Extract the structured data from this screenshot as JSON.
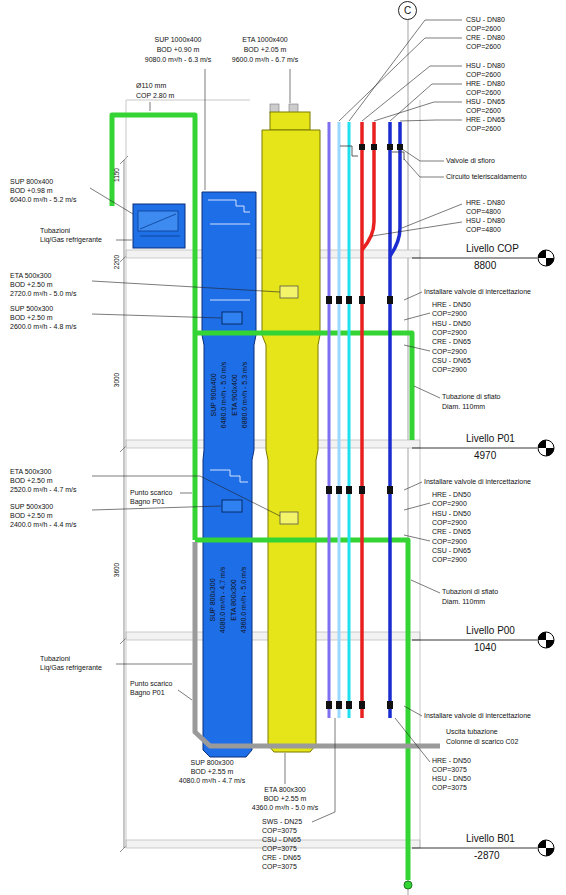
{
  "diagram": {
    "nodes": [
      {
        "text": [
          "C"
        ]
      }
    ],
    "labels": [
      "SUP 1000x400",
      "BOD +0.90 m",
      "9080.0 m³/h - 6.3 m/s",
      "ETA 1000x400",
      "BOD +2.05 m",
      "9600.0 m³/h - 6.7 m/s",
      "Ø110 mm",
      "COP 2.80 m",
      "CSU - DN80",
      "COP=2600",
      "CRE - DN80",
      "COP=2600",
      "HSU - DN80",
      "COP=2600",
      "HRE - DN80",
      "COP=2600",
      "HSU - DN65",
      "COP=2600",
      "HRE - DN65",
      "COP=2600",
      "Valvole di sfioro",
      "Circuito teleriscaldamento",
      "HRE - DN80",
      "COP=4800",
      "HSU - DN80",
      "COP=4800",
      "Livello COP",
      "8800",
      "Installare valvole di intercettazione",
      "HRE - DN50",
      "COP=2900",
      "HSU - DN50",
      "COP=2900",
      "CRE - DN65",
      "COP=2900",
      "CSU - DN65",
      "COP=2900",
      "Tubazione di sfiato",
      "Diam. 110mm",
      "Livello P01",
      "4970",
      "Installare valvole di intercettazione",
      "HRE - DN50",
      "COP=2900",
      "HSU - DN50",
      "COP=2900",
      "CRE - DN65",
      "COP=2900",
      "CSU - DN65",
      "COP=2900",
      "Tubazioni di sfiato",
      "Diam. 110mm",
      "Livello P00",
      "1040",
      "Installare valvole di intercettazione",
      "Uscita tubazione",
      "Colonne di scarico C02",
      "HRE - DN50",
      "COP=3075",
      "HSU - DN50",
      "COP=3075",
      "Livello B01",
      "-2870",
      "SWS - DN25",
      "COP=3075",
      "CSU - DN65",
      "COP=3075",
      "CRE - DN65",
      "COP=3075",
      "SUP 800x300",
      "BOD +2.55 m",
      "4080.0 m³/h - 4.7 m/s",
      "ETA 800x300",
      "BOD +2.55 m",
      "4360.0 m³/h - 5.0 m/s",
      "SUP 800x400",
      "BOD +0.98 m",
      "6040.0 m³/h - 5.2 m/s",
      "Tubazioni",
      "Liq/Gas refrigerante",
      "ETA 500x300",
      "BOD +2.50 m",
      "2720.0 m³/h - 5.0 m/s",
      "SUP 500x300",
      "BOD +2.50 m",
      "2600.0 m³/h - 4.8 m/s",
      "ETA 500x300",
      "BOD +2.50 m",
      "2520.0 m³/h - 4.7 m/s",
      "Punto scarico",
      "Bagno P01",
      "SUP 500x300",
      "BOD +2.50 m",
      "2400.0 m³/h - 4.4 m/s",
      "Tubazioni",
      "Liq/Gas refrigerante",
      "Punto scarico",
      "Bagno P01",
      "SUP 900x400",
      "6480.0 m³/h - 5.0 m/s",
      "ETA 900x400",
      "6880.0 m³/h - 5.3 m/s",
      "SUP 800x300",
      "4080.0 m³/h - 4.7 m/s",
      "ETA 800x300",
      "4360.0 m³/h - 5.0 m/s",
      "1150",
      "2200",
      "3000",
      "3600"
    ]
  }
}
